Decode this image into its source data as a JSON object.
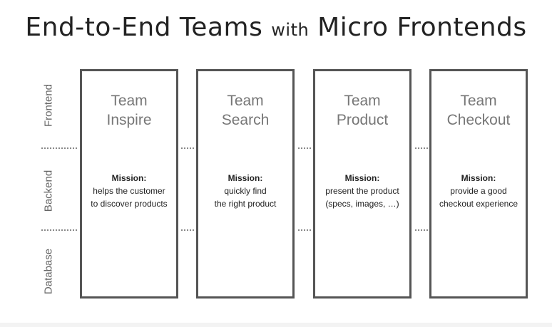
{
  "title": {
    "part1": "End-to-End Teams ",
    "part2": "with",
    "part3": " Micro Frontends"
  },
  "layers": [
    "Frontend",
    "Backend",
    "Database"
  ],
  "teams": [
    {
      "name_line1": "Team",
      "name_line2": "Inspire",
      "mission_label": "Mission:",
      "mission_line1": "helps the customer",
      "mission_line2": "to discover products"
    },
    {
      "name_line1": "Team",
      "name_line2": "Search",
      "mission_label": "Mission:",
      "mission_line1": "quickly find",
      "mission_line2": "the right product"
    },
    {
      "name_line1": "Team",
      "name_line2": "Product",
      "mission_label": "Mission:",
      "mission_line1": "present the product",
      "mission_line2": "(specs, images, …)"
    },
    {
      "name_line1": "Team",
      "name_line2": "Checkout",
      "mission_label": "Mission:",
      "mission_line1": "provide a good",
      "mission_line2": "checkout experience"
    }
  ],
  "colors": {
    "box_border": "#555555",
    "team_name": "#777777",
    "layer_label": "#666666",
    "separator": "#888888"
  }
}
